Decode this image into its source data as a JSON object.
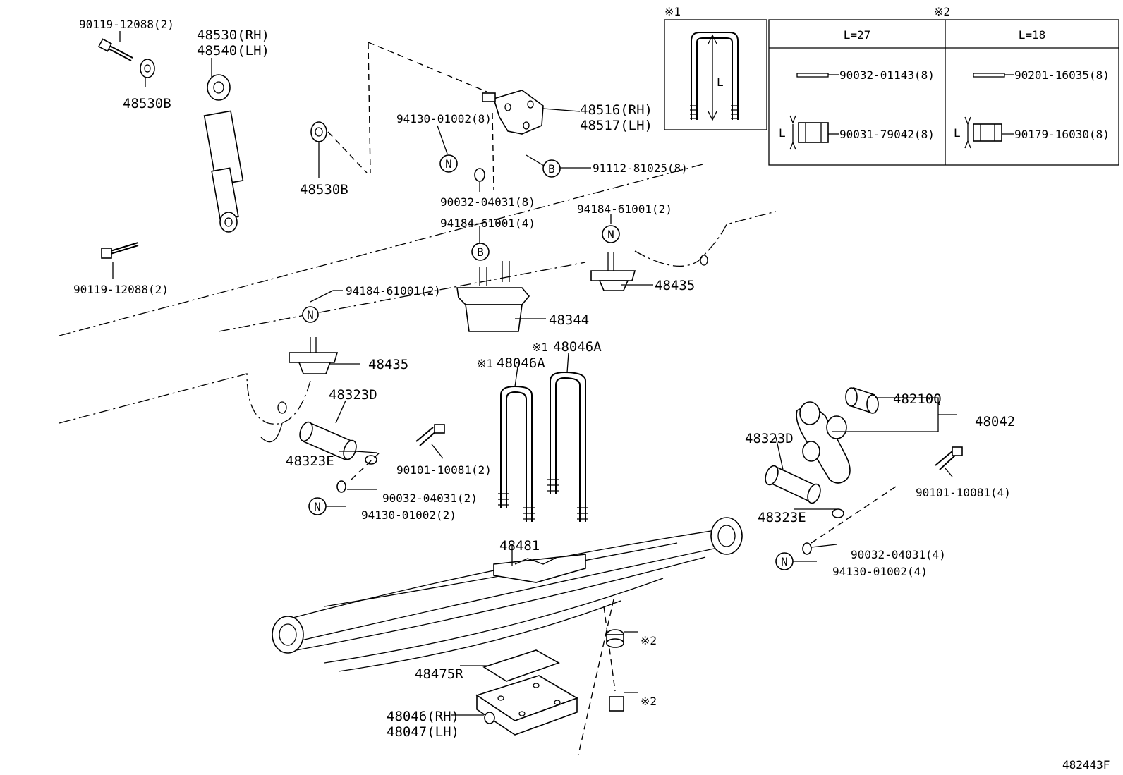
{
  "diagram": {
    "drawing_code": "482443F",
    "symbols": {
      "n_marker": "N",
      "b_marker": "B",
      "note1": "※1",
      "note2": "※2",
      "length": "L"
    },
    "labels": {
      "bolt_top": "90119-12088(2)",
      "shock_rh": "48530(RH)",
      "shock_lh": "48540(LH)",
      "bushing_a": "48530B",
      "bushing_b": "48530B",
      "bolt_bottom": "90119-12088(2)",
      "nut_bracket": "94130-01002(8)",
      "bracket_rh": "48516(RH)",
      "bracket_lh": "48517(LH)",
      "bolt_b": "91112-81025(8)",
      "washer_bracket": "90032-04031(8)",
      "bumper_nut_4": "94184-61001(4)",
      "bumper_nut_2r": "94184-61001(2)",
      "bumper_nut_2l": "94184-61001(2)",
      "bumper_small_r": "48435",
      "bumper_main": "48344",
      "bumper_small_l": "48435",
      "ubolt_r": "48046A",
      "ubolt_l": "48046A",
      "pin_d_l": "48323D",
      "pin_e_l": "48323E",
      "bolt_front": "90101-10081(2)",
      "washer_front": "90032-04031(2)",
      "nut_front": "94130-01002(2)",
      "seat": "48481",
      "bushing_q": "48210Q",
      "shackle": "48042",
      "pin_d_r": "48323D",
      "bolt_rear": "90101-10081(4)",
      "pin_e_r": "48323E",
      "washer_rear": "90032-04031(4)",
      "nut_rear": "94130-01002(4)",
      "pad": "48475R",
      "plate_rh": "48046(RH)",
      "plate_lh": "48047(LH)"
    },
    "table": {
      "col1_header": "L=27",
      "col2_header": "L=18",
      "row1_col1": "90032-01143(8)",
      "row1_col2": "90201-16035(8)",
      "row2_col1": "90031-79042(8)",
      "row2_col2": "90179-16030(8)"
    }
  }
}
